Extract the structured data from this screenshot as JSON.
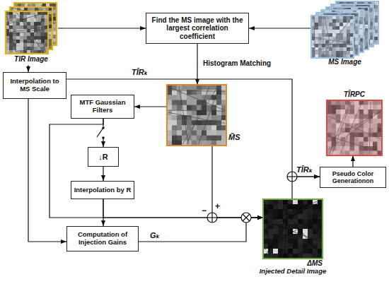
{
  "diagram": {
    "nodes": [
      {
        "text": [
          "TIR Image"
        ]
      },
      {
        "text": [
          "Find the MS image with the largest correlation coefficient"
        ]
      },
      {
        "text": [
          "MS Image"
        ]
      },
      {
        "text": [
          "Interpolation to MS Scale"
        ]
      },
      {
        "text": [
          "M̃S"
        ]
      },
      {
        "text": [
          "MTF Gaussian Filters"
        ]
      },
      {
        "text": [
          "↓R"
        ]
      },
      {
        "text": [
          "Interpolation by R"
        ]
      },
      {
        "text": [
          "Computation of Injection Gains"
        ]
      },
      {
        "text": [
          "ΔMS",
          "Injected Detail Image"
        ]
      },
      {
        "text": [
          "Pseudo Color Generationon"
        ]
      },
      {
        "text": [
          "TÎRPC"
        ]
      }
    ],
    "edges": [
      {
        "from": 0,
        "to": 1,
        "arrow": "to"
      },
      {
        "from": 2,
        "to": 1,
        "arrow": "to"
      },
      {
        "from": 1,
        "to": 4,
        "label": "Histogram Matching",
        "arrow": "to"
      },
      {
        "from": 0,
        "to": 3,
        "arrow": "to"
      },
      {
        "from": 4,
        "to": 5,
        "arrow": "to"
      },
      {
        "from": 5,
        "to": 6,
        "arrow": "to"
      },
      {
        "from": 6,
        "to": 7,
        "arrow": "to"
      },
      {
        "from": 7,
        "to": 8,
        "arrow": "to"
      },
      {
        "from": 5,
        "to": 9,
        "arrow": "to"
      },
      {
        "from": 7,
        "to": 9,
        "arrow": "to"
      },
      {
        "from": 4,
        "to": 9,
        "arrow": "to"
      },
      {
        "from": 8,
        "to": 9,
        "label": "Gₖ",
        "arrow": "to"
      },
      {
        "from": 3,
        "to": 8,
        "arrow": "to"
      },
      {
        "from": 3,
        "to": 10,
        "label": "TÎRₖ",
        "arrow": "to"
      },
      {
        "from": 9,
        "to": 10,
        "arrow": "to"
      },
      {
        "from": 10,
        "to": 11,
        "arrow": "to"
      }
    ],
    "labels": [
      "−",
      "+",
      "TÎRₖ"
    ]
  }
}
